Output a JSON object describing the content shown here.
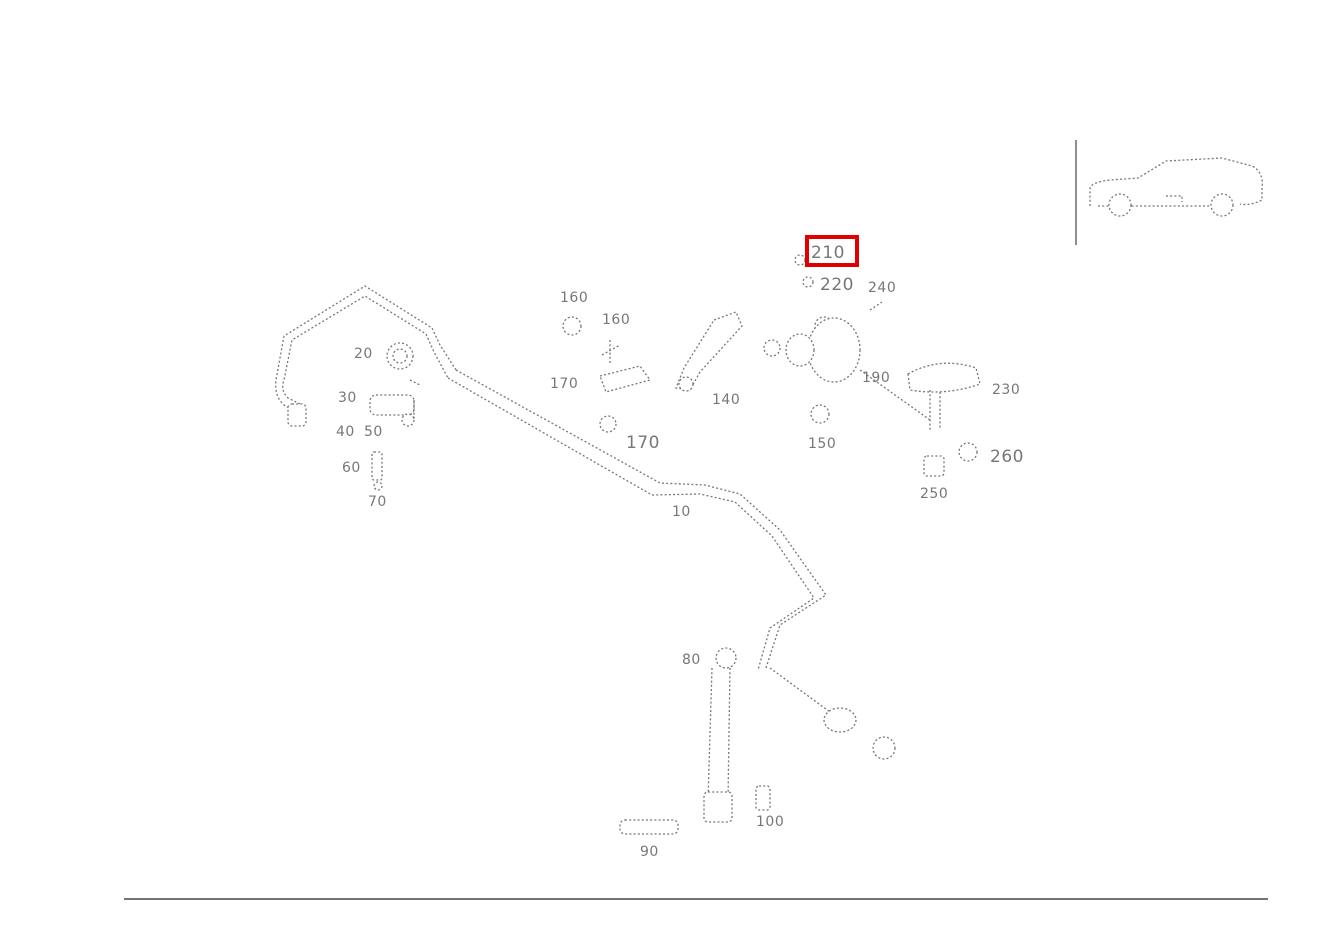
{
  "diagram": {
    "highlight_color": "#e00000",
    "highlighted_label": "210",
    "part_labels": [
      {
        "id": "p210",
        "text": "210"
      },
      {
        "id": "p220",
        "text": "220"
      },
      {
        "id": "p240",
        "text": "240"
      },
      {
        "id": "p160a",
        "text": "160"
      },
      {
        "id": "p160b",
        "text": "160"
      },
      {
        "id": "p170a",
        "text": "170"
      },
      {
        "id": "p170b",
        "text": "170"
      },
      {
        "id": "p140",
        "text": "140"
      },
      {
        "id": "p190",
        "text": "190"
      },
      {
        "id": "p150",
        "text": "150"
      },
      {
        "id": "p230",
        "text": "230"
      },
      {
        "id": "p260",
        "text": "260"
      },
      {
        "id": "p250",
        "text": "250"
      },
      {
        "id": "p10",
        "text": "10"
      },
      {
        "id": "p20",
        "text": "20"
      },
      {
        "id": "p30",
        "text": "30"
      },
      {
        "id": "p40",
        "text": "40"
      },
      {
        "id": "p50",
        "text": "50"
      },
      {
        "id": "p60",
        "text": "60"
      },
      {
        "id": "p70",
        "text": "70"
      },
      {
        "id": "p80",
        "text": "80"
      },
      {
        "id": "p90",
        "text": "90"
      },
      {
        "id": "p100",
        "text": "100"
      }
    ]
  }
}
